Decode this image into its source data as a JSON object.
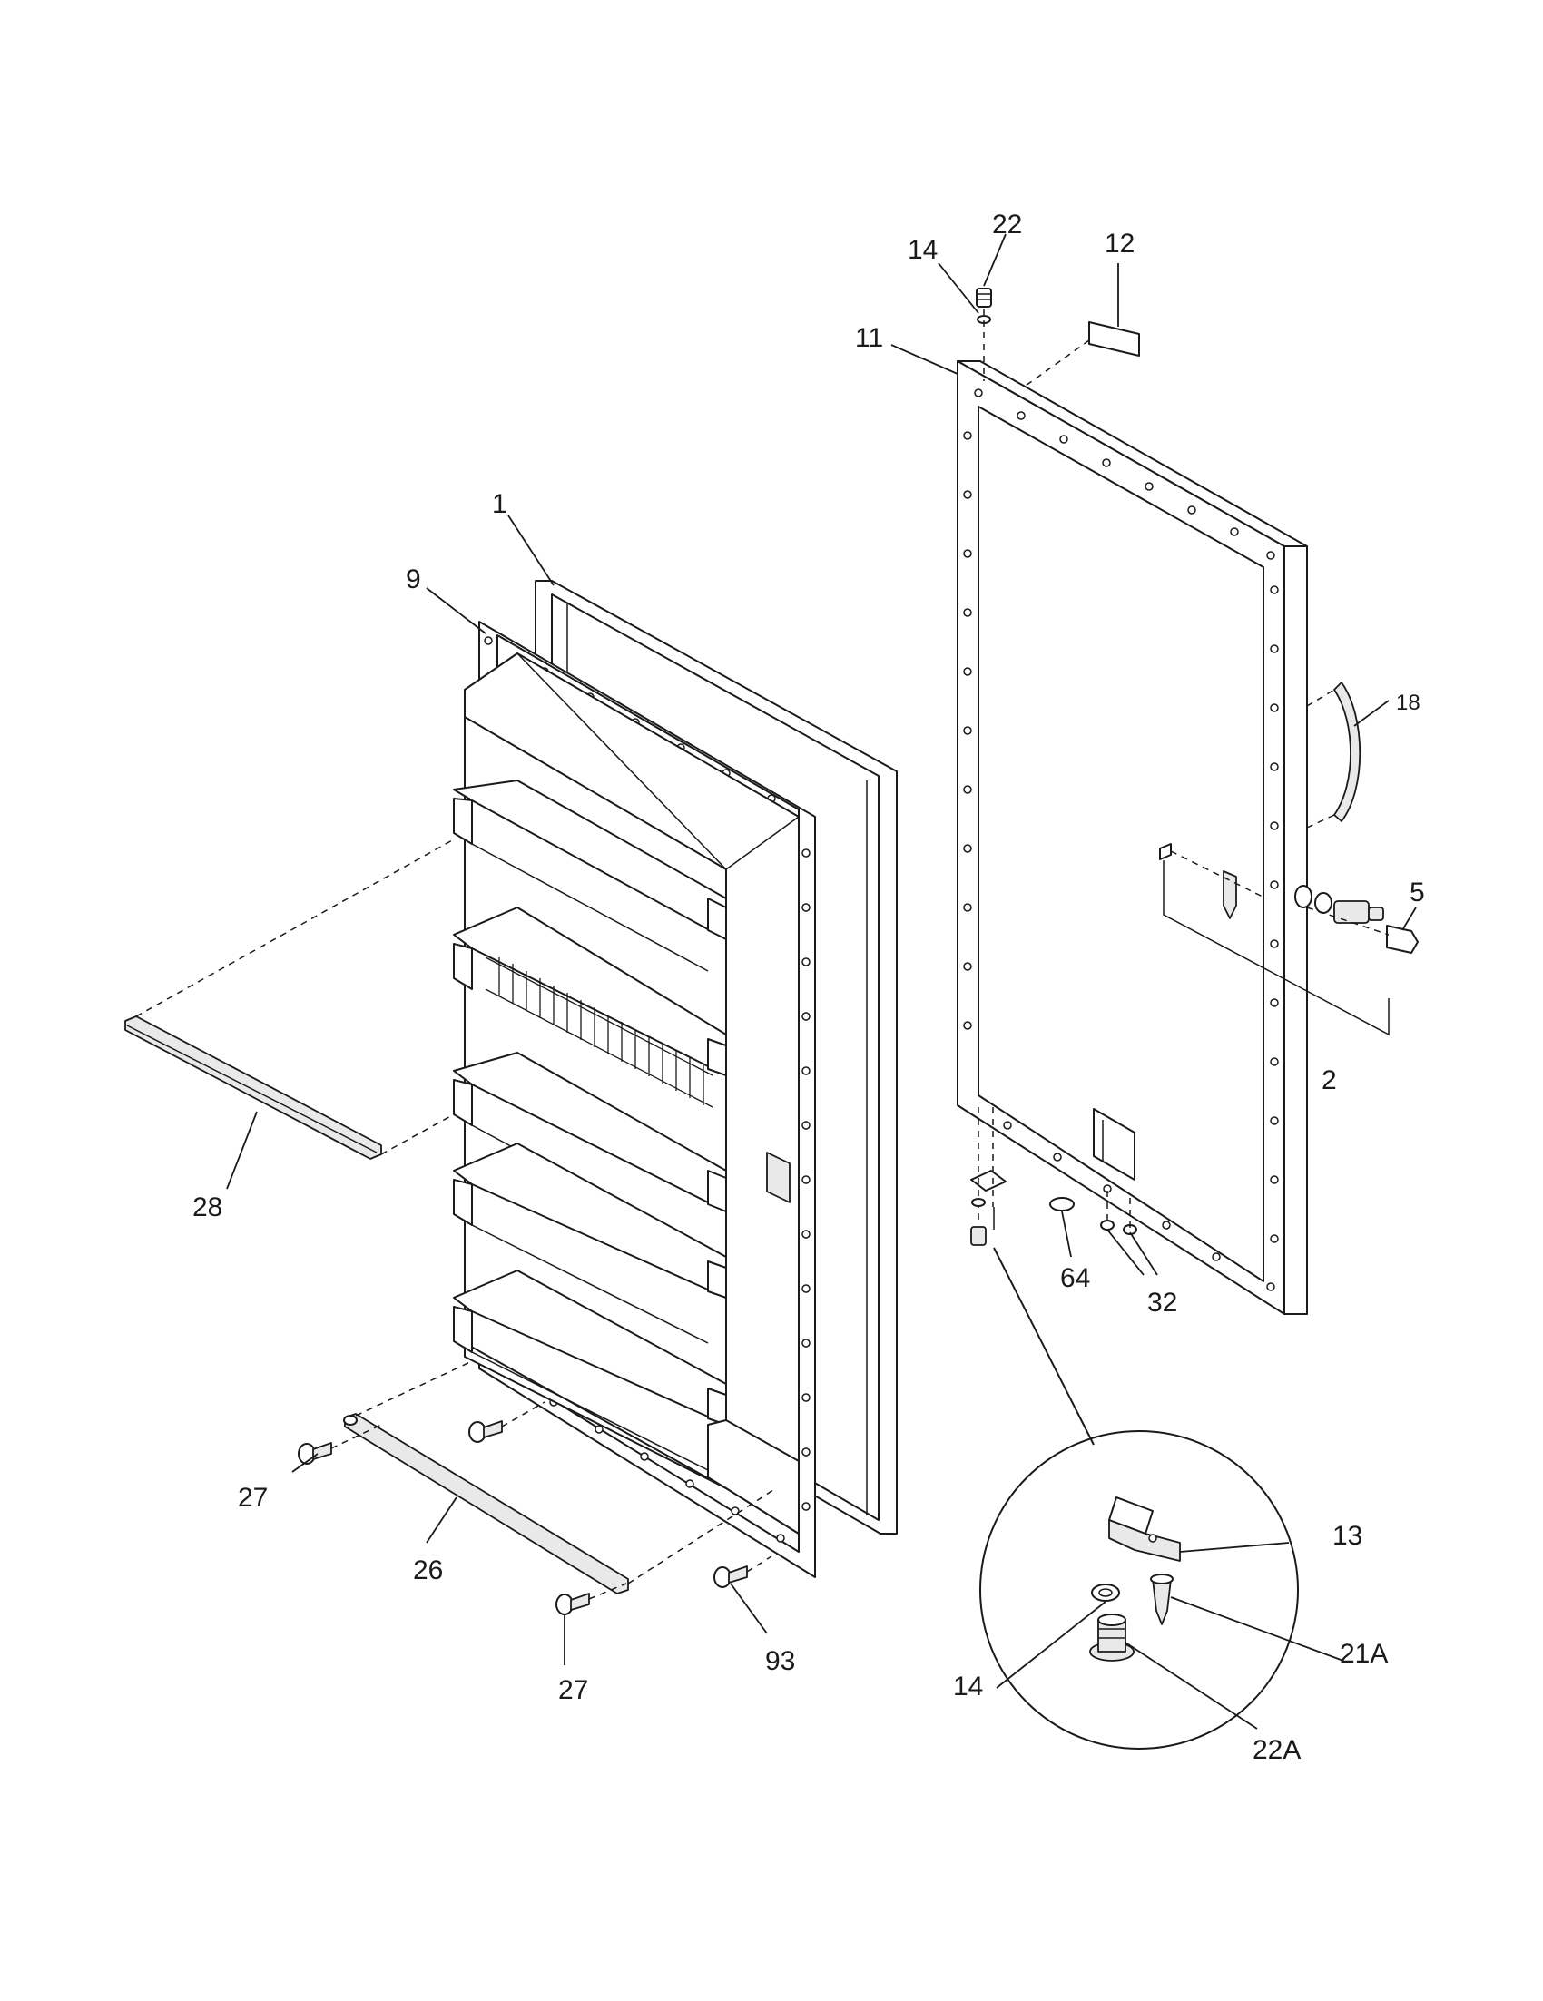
{
  "callouts": {
    "c1": "1",
    "c2": "2",
    "c5": "5",
    "c9": "9",
    "c11": "11",
    "c12": "12",
    "c13": "13",
    "c14_top": "14",
    "c14_detail": "14",
    "c18": "18",
    "c21a": "21A",
    "c22_top": "22",
    "c22a": "22A",
    "c26": "26",
    "c27_left": "27",
    "c27_bottom": "27",
    "c28": "28",
    "c32": "32",
    "c64": "64",
    "c93": "93"
  }
}
